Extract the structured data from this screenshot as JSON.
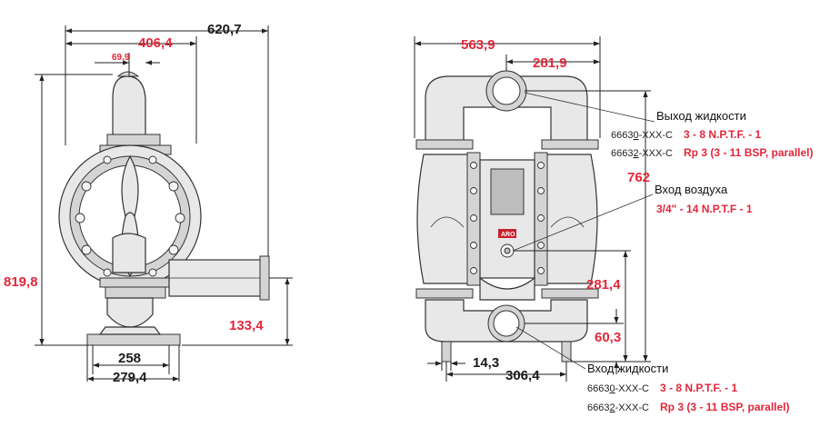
{
  "left_view": {
    "dims": {
      "overall_width": "620,7",
      "inner_width": "406,4",
      "small_offset": "69,9",
      "height": "819,8",
      "inlet_height": "133,4",
      "base_inner": "258",
      "base_outer": "279,4"
    }
  },
  "right_view": {
    "dims": {
      "width": "563,9",
      "half_width": "281,9",
      "height": "762",
      "air_height": "281,4",
      "bottom_height": "60,3",
      "offset_small": "14,3",
      "base_width": "306,4"
    },
    "fluid_outlet": {
      "label": "Выход жидкости",
      "rows": [
        {
          "code_prefix": "6663",
          "code_digit": "0",
          "code_suffix": "-XXX-C",
          "spec": "3 - 8 N.P.T.F. - 1"
        },
        {
          "code_prefix": "6663",
          "code_digit": "2",
          "code_suffix": "-XXX-C",
          "spec": "Rp 3 (3 - 11 BSP, parallel)"
        }
      ]
    },
    "air_inlet": {
      "label": "Вход воздуха",
      "spec": "3/4\" - 14 N.P.T.F - 1"
    },
    "fluid_inlet": {
      "label": "Вход жидкости",
      "rows": [
        {
          "code_prefix": "6663",
          "code_digit": "0",
          "code_suffix": "-XXX-C",
          "spec": "3 - 8 N.P.T.F. - 1"
        },
        {
          "code_prefix": "6663",
          "code_digit": "2",
          "code_suffix": "-XXX-C",
          "spec": "Rp 3 (3 - 11 BSP, parallel)"
        }
      ]
    },
    "badge": "ARO"
  },
  "colors": {
    "dimension": "#e2273a",
    "line": "#222222"
  }
}
